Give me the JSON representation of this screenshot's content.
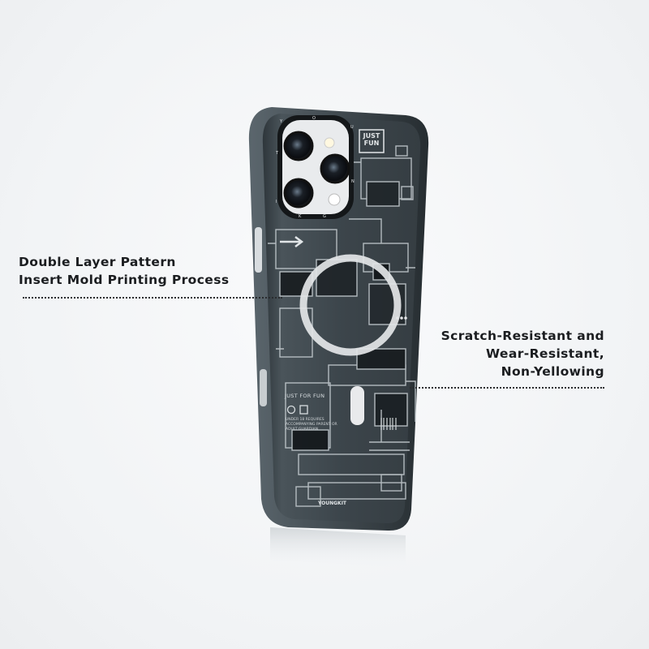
{
  "callouts": {
    "left": {
      "line1": "Double Layer Pattern",
      "line2": "Insert Mold Printing Process"
    },
    "right": {
      "line1": "Scratch-Resistant and",
      "line2": "Wear-Resistant,",
      "line3": "Non-Yellowing"
    }
  },
  "case_print": {
    "logo_line1": "JUST",
    "logo_line2": "FUN",
    "just_for_fun": "JUST FOR FUN",
    "warning_line1": "UNDER 18 REQUIRES",
    "warning_line2": "ACCOMPANYING PARENT OR",
    "warning_line3": "ADULT GUARDIAN",
    "brand": "YOUNGKIT",
    "ring_letters": [
      "Y",
      "O",
      "U",
      "N",
      "G",
      "K",
      "I",
      "T"
    ]
  },
  "colors": {
    "case_body": "#3a4349",
    "case_edge": "#2b3236",
    "circuit_line": "#c9d0d4",
    "magsafe_ring": "#e4e6e8",
    "text_dark": "#1b1d20"
  }
}
